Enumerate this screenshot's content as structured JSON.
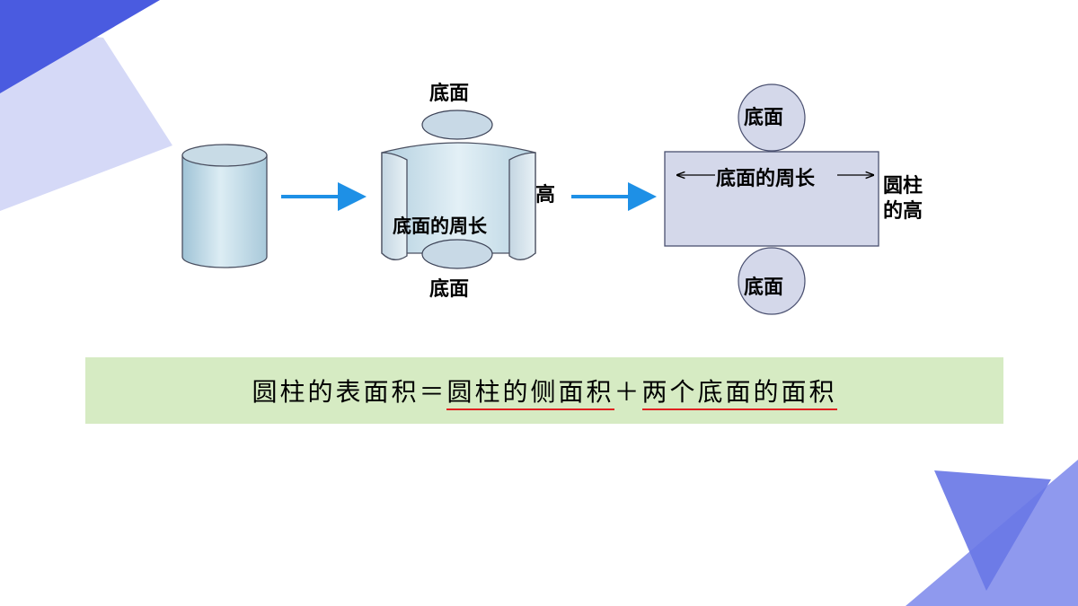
{
  "colors": {
    "accent_dark": "#4a5be0",
    "accent_light": "#d5d9f7",
    "accent_mid": "#7d8aeb",
    "arrow": "#1e90e6",
    "formula_bg": "#d6ebc3",
    "underline": "#e02020",
    "net_fill": "#d4d8ea"
  },
  "labels": {
    "top_base": "底面",
    "bottom_base": "底面",
    "height": "高",
    "circumference": "底面的周长",
    "net_top_base": "底面",
    "net_bottom_base": "底面",
    "net_circumference": "底面的周长",
    "net_height": "圆柱\n的高"
  },
  "formula": {
    "lhs": "圆柱的表面积",
    "equals": "＝",
    "term1": "圆柱的侧面积",
    "plus": "＋",
    "term2": "两个底面的面积"
  }
}
